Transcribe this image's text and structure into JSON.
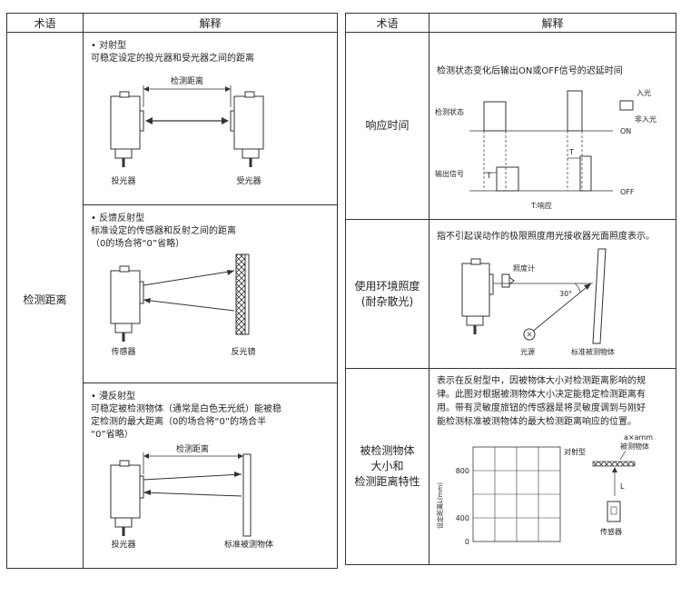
{
  "left": {
    "header_term": "术语",
    "header_desc": "解释",
    "term": "检测距离",
    "through_beam": {
      "title": "对射型",
      "text": "可稳定设定的投光器和受光器之间的距离",
      "distance_label": "检测距离",
      "emitter_label": "投光器",
      "receiver_label": "受光器"
    },
    "retro": {
      "title": "反馈反射型",
      "text1": "标准设定的传感器和反射之间的距离",
      "text2": "（0的场合将“0”省略）",
      "sensor_label": "传感器",
      "reflector_label": "反光镜"
    },
    "diffuse": {
      "title": "漫反射型",
      "text1": "可稳定被检测物体（通常是白色无光纸）能被稳",
      "text2": "定检测的最大距离（0的场合将“0”的场合半",
      "text3": "“0”省略）",
      "distance_label": "检测距离",
      "emitter_label": "投光器",
      "object_label": "标准被测物体"
    }
  },
  "right": {
    "header_term": "术语",
    "header_desc": "解释",
    "response": {
      "term": "响应时间",
      "text": "检测状态变化后输出ON或OFF信号的迟延时间",
      "detect_state": "检测状态",
      "output_signal": "输出信号",
      "on": "ON",
      "off": "OFF",
      "light_in": "入光",
      "light_out": "非入光",
      "t": "T",
      "t_response": "T:响应"
    },
    "ambient": {
      "term1": "使用环境照度",
      "term2": "(耐杂散光)",
      "text": "指不引起误动作的极限照度用光接收器光面照度表示。",
      "illuminometer": "照度计",
      "angle": "30°",
      "light_source": "光源",
      "object": "标准被测物体"
    },
    "size": {
      "term1": "被检测物体",
      "term2": "大小和",
      "term3": "检测距离特性",
      "text1": "表示在反射型中，因被物体大小对检测距离影响的规",
      "text2": "律。此图对根据被测物体大小决定能稳定检测距离有",
      "text3": "用。带有灵敏度旅钮的传感器是将灵敏度调到与刚好",
      "text4": "能检测标准被测物体的最大检测距离响应的位置。",
      "y_axis": "设定距离L(mm)",
      "tick_800": "800",
      "tick_400": "400",
      "tick_0": "0",
      "series_label": "对射型",
      "object_size1": "a×amm",
      "object_size2": "被测物体",
      "l_label": "L",
      "sensor_label": "传感器"
    }
  }
}
